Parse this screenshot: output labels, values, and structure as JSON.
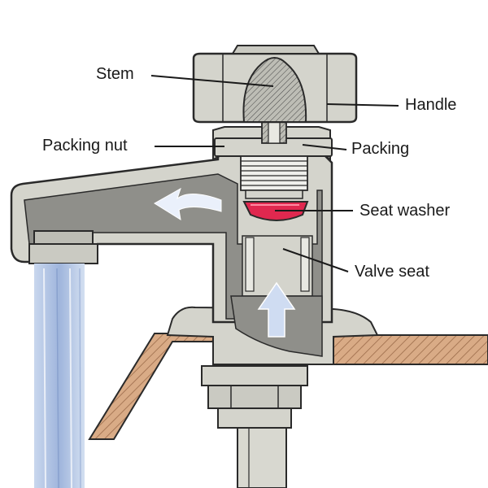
{
  "labels": {
    "stem": "Stem",
    "handle": "Handle",
    "packing_nut": "Packing nut",
    "packing": "Packing",
    "seat_washer": "Seat washer",
    "valve_seat": "Valve seat"
  },
  "colors": {
    "body": "#d4d4cc",
    "body_cutaway": "#8f8f8a",
    "outline": "#2a2a2a",
    "seat_washer": "#e0284f",
    "water": "#b9cbe6",
    "wood": "#d9ab86"
  }
}
